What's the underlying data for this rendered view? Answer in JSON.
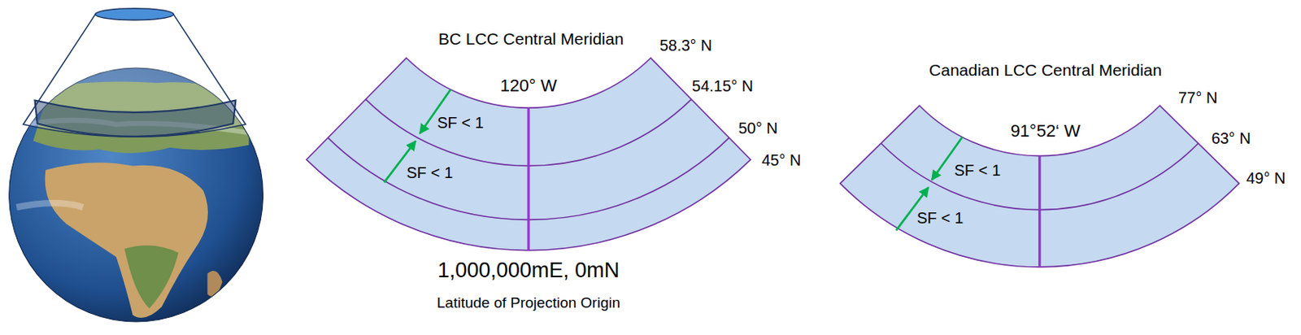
{
  "diagram": {
    "labels": [
      "BC LCC Central Meridian",
      "58.3° N",
      "120° W",
      "54.15° N",
      "SF < 1",
      "50° N",
      "SF < 1",
      "45° N",
      "1,000,000mE, 0mN",
      "Latitude of Projection Origin",
      "Canadian LCC Central Meridian",
      "77° N",
      "91°52‘ W",
      "63° N",
      "SF < 1",
      "SF < 1",
      "49° N"
    ]
  }
}
